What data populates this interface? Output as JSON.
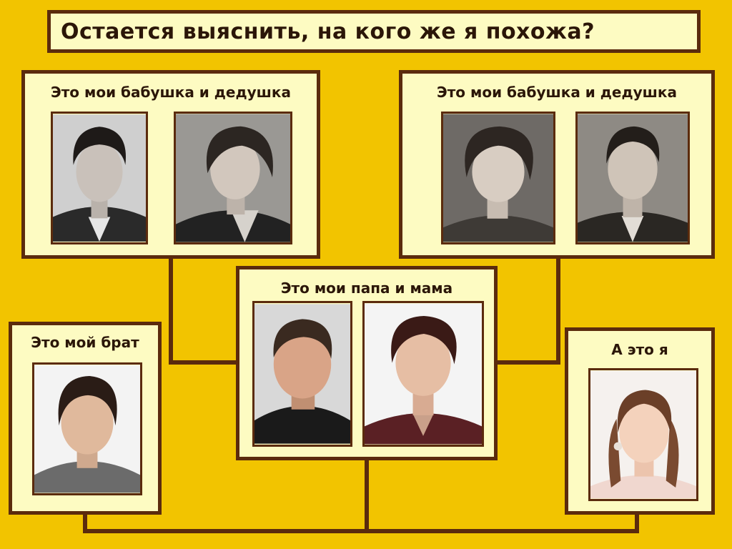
{
  "title": "Остается выяснить, на кого же я похожа?",
  "panels": {
    "grandparents_left": {
      "caption": "Это мои бабушка и дедушка"
    },
    "grandparents_right": {
      "caption": "Это мои бабушка и дедушка"
    },
    "parents": {
      "caption": "Это мои папа и мама"
    },
    "brother": {
      "caption": "Это мой брат"
    },
    "me": {
      "caption": "А это я"
    }
  },
  "colors": {
    "background": "#f2c400",
    "panel_fill": "#fdfbc2",
    "border": "#5b2b0d",
    "text": "#2b1608"
  }
}
